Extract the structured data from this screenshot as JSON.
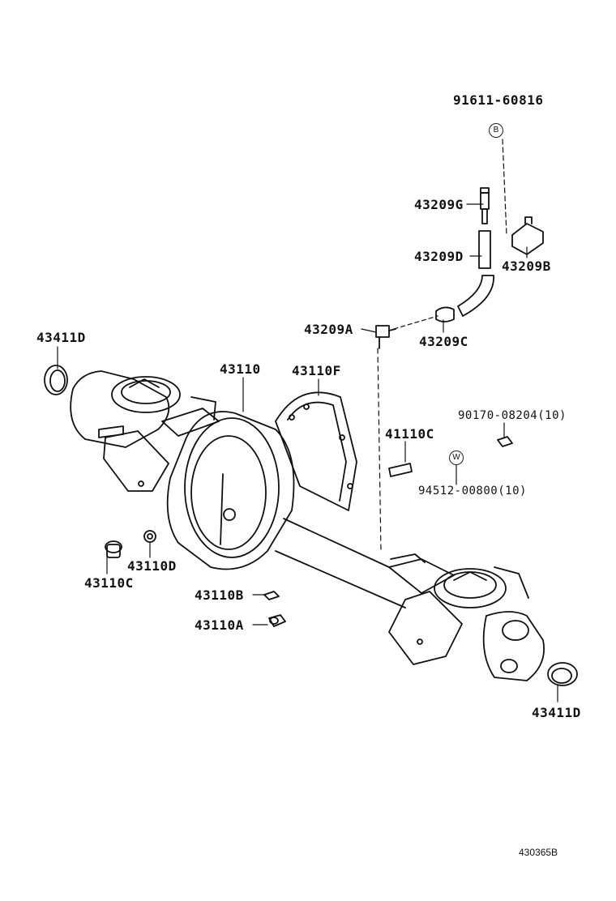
{
  "diagram_ref": "430365B",
  "symbols": {
    "bolt_marker": "B",
    "washer_marker": "W"
  },
  "parts": {
    "p_91611": "91611-60816",
    "p_43209G": "43209G",
    "p_43209D": "43209D",
    "p_43209B": "43209B",
    "p_43209A": "43209A",
    "p_43209C": "43209C",
    "p_43411D_left": "43411D",
    "p_43110": "43110",
    "p_43110F": "43110F",
    "p_90170": "90170-08204(10)",
    "p_41110C": "41110C",
    "p_94512": "94512-00800(10)",
    "p_43110D": "43110D",
    "p_43110C": "43110C",
    "p_43110B": "43110B",
    "p_43110A": "43110A",
    "p_43411D_right": "43411D"
  }
}
